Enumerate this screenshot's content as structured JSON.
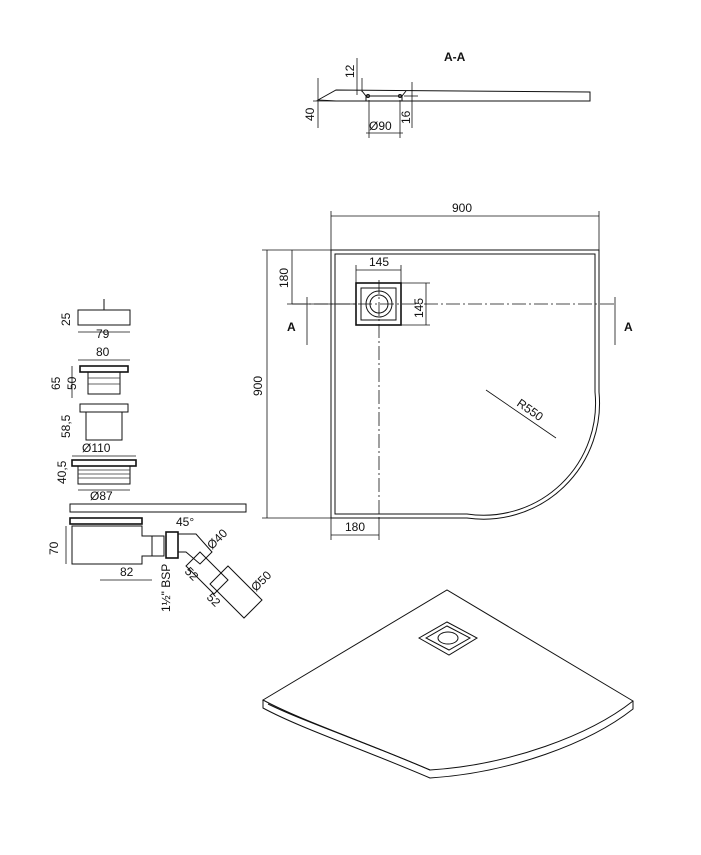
{
  "section_view": {
    "title": "A-A",
    "dim_height_total": "40",
    "dim_top": "12",
    "dim_drain_diameter": "Ø90",
    "dim_drain_depth": "16"
  },
  "plan_view": {
    "dim_width": "900",
    "dim_height": "900",
    "dim_drain_offset_top": "180",
    "dim_drain_offset_left": "180",
    "dim_drain_width": "145",
    "dim_drain_height": "145",
    "radius_label": "R550",
    "section_marker_left": "A",
    "section_marker_right": "A"
  },
  "siphon": {
    "dim_cap_height": "25",
    "dim_cap_width": "79",
    "dim_body_width": "80",
    "dim_body_height_total": "65",
    "dim_body_height": "50",
    "dim_sleeve_height": "58,5",
    "dim_flange_diameter": "Ø110",
    "dim_flange_height": "40,5",
    "dim_outlet_diameter": "Ø87",
    "dim_trap_height": "70",
    "dim_trap_length": "82",
    "dim_angle": "45°",
    "dim_inner_pipe": "Ø40",
    "dim_outer_pipe": "Ø50",
    "dim_seg1": "52",
    "dim_seg2": "52",
    "thread_label": "1½\" BSP"
  }
}
